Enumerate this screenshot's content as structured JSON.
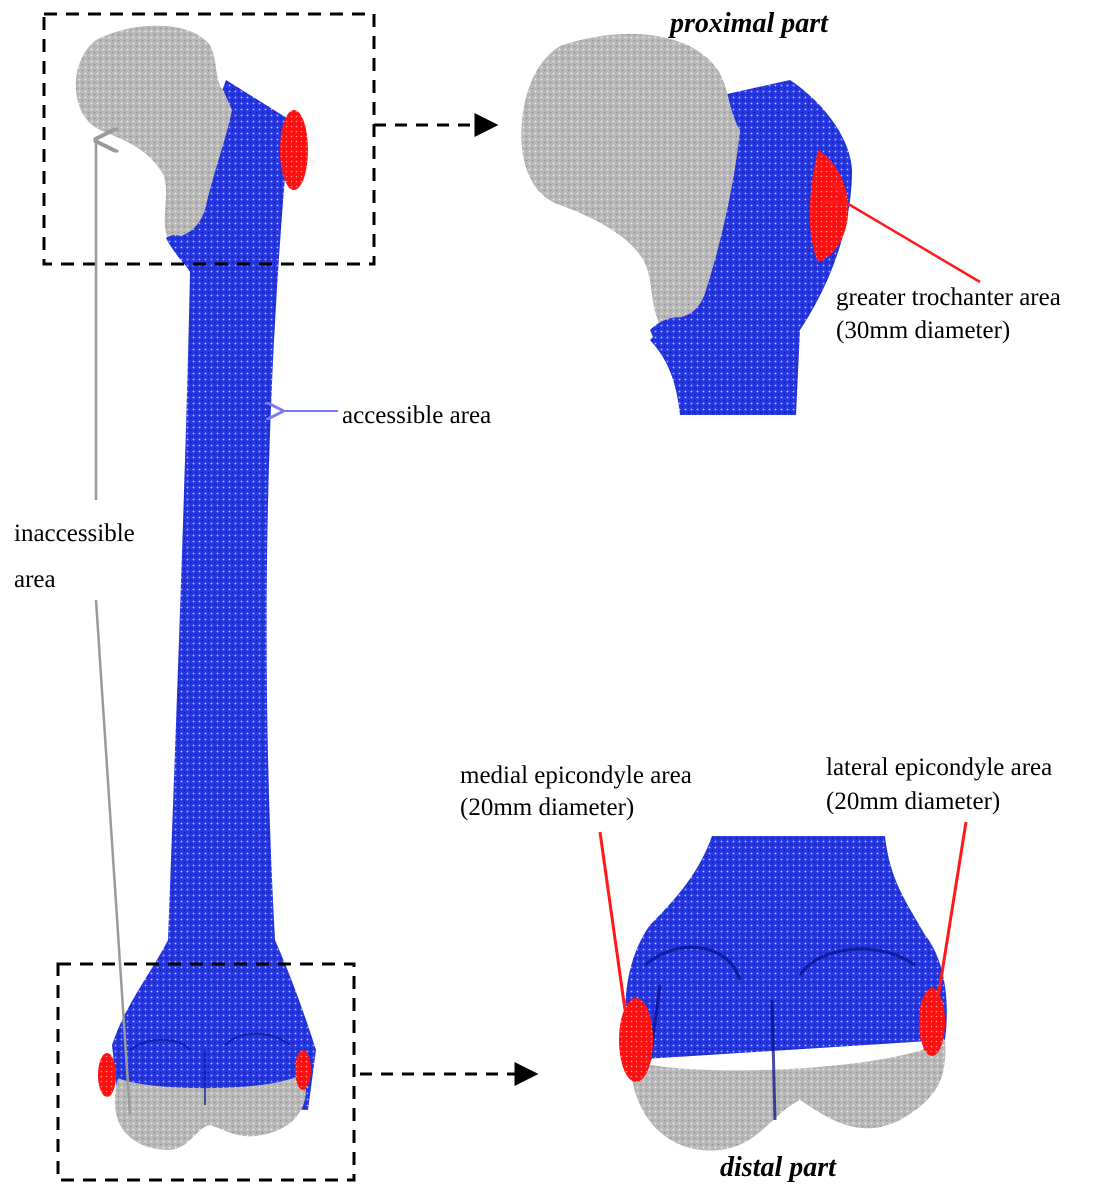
{
  "labels": {
    "proximal_title": "proximal part",
    "distal_title": "distal part",
    "accessible": "accessible area",
    "inaccessible_line1": "inaccessible",
    "inaccessible_line2": "area",
    "greater_line1": "greater trochanter area",
    "greater_line2": "(30mm diameter)",
    "medial_line1": "medial epicondyle area",
    "medial_line2": "(20mm diameter)",
    "lateral_line1": "lateral epicondyle area",
    "lateral_line2": "(20mm diameter)"
  },
  "colors": {
    "accessible": "#1f2fd6",
    "inaccessible": "#bdbdbd",
    "landmark": "#ff1a1a",
    "leader_accessible": "#7b7bf0",
    "leader_inaccessible": "#9a9a9a",
    "frame": "#000000"
  }
}
